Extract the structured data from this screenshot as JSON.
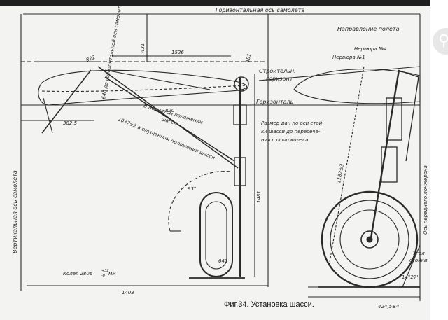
{
  "labels": {
    "top_axis": "Горизонтальная ось самолета",
    "flight_direction": "Направление полета",
    "rib4": "Нервюра №4",
    "rib1": "Нервюра №1",
    "construction_horizon_1": "Строительн.",
    "construction_horizon_2": "горизонт",
    "horizontal": "Горизонталь",
    "dim_note_1": "Размер дан по оси стой-",
    "dim_note_2": "ки шасси до пересече-",
    "dim_note_3": "ния с осью колеса",
    "vertical_axis": "Вертикальная ось самолета",
    "spar_axis": "Ось переднего лонжерона",
    "strut_angle_1": "Угол",
    "strut_angle_2": "стойки",
    "strut_angle_value": "14°27'",
    "raised_1": "В поднятом положении",
    "raised_2": "шасси",
    "lowered": "1037±2 в опущенном положении шасси",
    "to_horizontal": "640 до горизонтальной оси самолета",
    "track": "Колея 2806",
    "track_tol": "+32",
    "track_tol2": "-0",
    "track_unit": "мм",
    "angle": "93°"
  },
  "dimensions": {
    "d822": "822",
    "d1526": "1526",
    "d431": "431",
    "d481": "481",
    "d820": "820",
    "d3825": "382,5",
    "d1481": "1481",
    "d1182": "1182±3",
    "d1403": "1403",
    "d4245": "424,5±4",
    "d640": "640"
  },
  "caption": "Фиг.34. Установка шасси.",
  "colors": {
    "ink": "#2a2a2a",
    "paper": "#f3f3f1",
    "topbar": "#1f1f1f",
    "button": "#e7e7e7"
  },
  "icons": {
    "zoom": "magnify-icon"
  }
}
